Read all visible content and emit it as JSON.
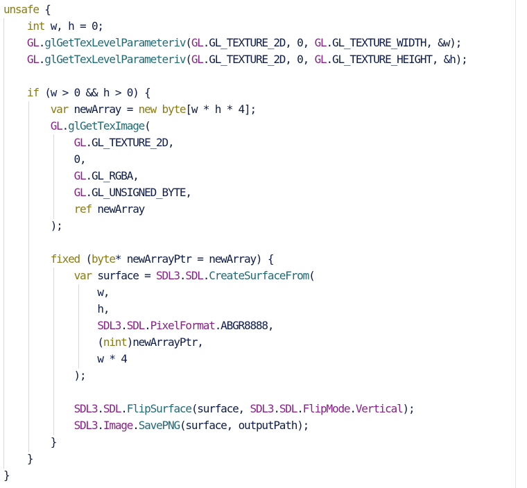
{
  "colors": {
    "background": "#ffffff",
    "keyword": "#8a7a14",
    "class": "#8a1f8a",
    "method": "#1f6a78",
    "plain": "#0d1b4c",
    "indent_guide": "#d9d9d9"
  },
  "code_lines": [
    [
      [
        "kw",
        "unsafe"
      ],
      [
        "pl",
        " {"
      ]
    ],
    [
      [
        "pl",
        "    "
      ],
      [
        "ty",
        "int"
      ],
      [
        "pl",
        " w, h = 0;"
      ]
    ],
    [
      [
        "pl",
        "    "
      ],
      [
        "cl",
        "GL"
      ],
      [
        "pl",
        "."
      ],
      [
        "fn",
        "glGetTexLevelParameteriv"
      ],
      [
        "pl",
        "("
      ],
      [
        "cl",
        "GL"
      ],
      [
        "pl",
        ".GL_TEXTURE_2D, 0, "
      ],
      [
        "cl",
        "GL"
      ],
      [
        "pl",
        ".GL_TEXTURE_WIDTH, &w);"
      ]
    ],
    [
      [
        "pl",
        "    "
      ],
      [
        "cl",
        "GL"
      ],
      [
        "pl",
        "."
      ],
      [
        "fn",
        "glGetTexLevelParameteriv"
      ],
      [
        "pl",
        "("
      ],
      [
        "cl",
        "GL"
      ],
      [
        "pl",
        ".GL_TEXTURE_2D, 0, "
      ],
      [
        "cl",
        "GL"
      ],
      [
        "pl",
        ".GL_TEXTURE_HEIGHT, &h);"
      ]
    ],
    [
      [
        "pl",
        ""
      ]
    ],
    [
      [
        "pl",
        "    "
      ],
      [
        "kw",
        "if"
      ],
      [
        "pl",
        " (w > 0 && h > 0) {"
      ]
    ],
    [
      [
        "pl",
        "        "
      ],
      [
        "kw",
        "var"
      ],
      [
        "pl",
        " newArray = "
      ],
      [
        "kw",
        "new"
      ],
      [
        "pl",
        " "
      ],
      [
        "ty",
        "byte"
      ],
      [
        "pl",
        "[w * h * 4];"
      ]
    ],
    [
      [
        "pl",
        "        "
      ],
      [
        "cl",
        "GL"
      ],
      [
        "pl",
        "."
      ],
      [
        "fn",
        "glGetTexImage"
      ],
      [
        "pl",
        "("
      ]
    ],
    [
      [
        "pl",
        "            "
      ],
      [
        "cl",
        "GL"
      ],
      [
        "pl",
        ".GL_TEXTURE_2D,"
      ]
    ],
    [
      [
        "pl",
        "            0,"
      ]
    ],
    [
      [
        "pl",
        "            "
      ],
      [
        "cl",
        "GL"
      ],
      [
        "pl",
        ".GL_RGBA,"
      ]
    ],
    [
      [
        "pl",
        "            "
      ],
      [
        "cl",
        "GL"
      ],
      [
        "pl",
        ".GL_UNSIGNED_BYTE,"
      ]
    ],
    [
      [
        "pl",
        "            "
      ],
      [
        "kw",
        "ref"
      ],
      [
        "pl",
        " newArray"
      ]
    ],
    [
      [
        "pl",
        "        );"
      ]
    ],
    [
      [
        "pl",
        ""
      ]
    ],
    [
      [
        "pl",
        "        "
      ],
      [
        "kw",
        "fixed"
      ],
      [
        "pl",
        " ("
      ],
      [
        "ty",
        "byte"
      ],
      [
        "pl",
        "* newArrayPtr = newArray) {"
      ]
    ],
    [
      [
        "pl",
        "            "
      ],
      [
        "kw",
        "var"
      ],
      [
        "pl",
        " surface = "
      ],
      [
        "cl",
        "SDL3"
      ],
      [
        "pl",
        "."
      ],
      [
        "cl",
        "SDL"
      ],
      [
        "pl",
        "."
      ],
      [
        "fn",
        "CreateSurfaceFrom"
      ],
      [
        "pl",
        "("
      ]
    ],
    [
      [
        "pl",
        "                w,"
      ]
    ],
    [
      [
        "pl",
        "                h,"
      ]
    ],
    [
      [
        "pl",
        "                "
      ],
      [
        "cl",
        "SDL3"
      ],
      [
        "pl",
        "."
      ],
      [
        "cl",
        "SDL"
      ],
      [
        "pl",
        "."
      ],
      [
        "cl",
        "PixelFormat"
      ],
      [
        "pl",
        ".ABGR8888,"
      ]
    ],
    [
      [
        "pl",
        "                ("
      ],
      [
        "ty",
        "nint"
      ],
      [
        "pl",
        ")newArrayPtr,"
      ]
    ],
    [
      [
        "pl",
        "                w * 4"
      ]
    ],
    [
      [
        "pl",
        "            );"
      ]
    ],
    [
      [
        "pl",
        ""
      ]
    ],
    [
      [
        "pl",
        "            "
      ],
      [
        "cl",
        "SDL3"
      ],
      [
        "pl",
        "."
      ],
      [
        "cl",
        "SDL"
      ],
      [
        "pl",
        "."
      ],
      [
        "fn",
        "FlipSurface"
      ],
      [
        "pl",
        "(surface, "
      ],
      [
        "cl",
        "SDL3"
      ],
      [
        "pl",
        "."
      ],
      [
        "cl",
        "SDL"
      ],
      [
        "pl",
        "."
      ],
      [
        "cl",
        "FlipMode"
      ],
      [
        "pl",
        "."
      ],
      [
        "cl",
        "Vertical"
      ],
      [
        "pl",
        ");"
      ]
    ],
    [
      [
        "pl",
        "            "
      ],
      [
        "cl",
        "SDL3"
      ],
      [
        "pl",
        "."
      ],
      [
        "cl",
        "Image"
      ],
      [
        "pl",
        "."
      ],
      [
        "fn",
        "SavePNG"
      ],
      [
        "pl",
        "(surface, outputPath);"
      ]
    ],
    [
      [
        "pl",
        "        }"
      ]
    ],
    [
      [
        "pl",
        "    }"
      ]
    ],
    [
      [
        "pl",
        "}"
      ]
    ]
  ]
}
